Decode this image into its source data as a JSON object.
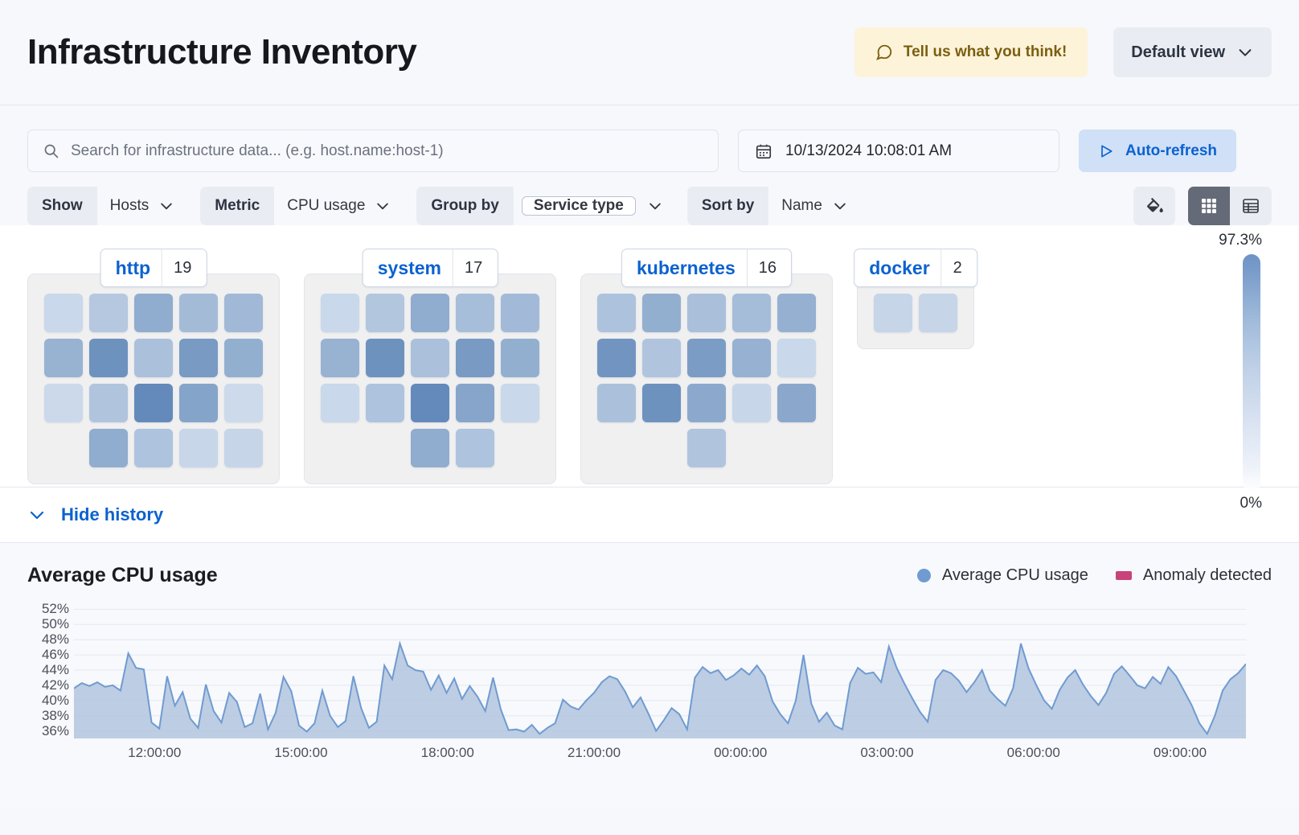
{
  "header": {
    "title": "Infrastructure Inventory",
    "feedback_label": "Tell us what you think!",
    "feedback_icon": "comment-icon",
    "view_label": "Default view",
    "view_chevron": "chevron-down-icon"
  },
  "search": {
    "placeholder": "Search for infrastructure data... (e.g. host.name:host-1)",
    "value": "",
    "icon": "search-icon",
    "date_value": "10/13/2024 10:08:01 AM",
    "date_icon": "calendar-icon",
    "refresh_label": "Auto-refresh",
    "refresh_icon": "play-icon"
  },
  "filters": [
    {
      "label": "Show",
      "value": "Hosts",
      "boxed": false
    },
    {
      "label": "Metric",
      "value": "CPU usage",
      "boxed": false
    },
    {
      "label": "Group by",
      "value": "Service type",
      "boxed": true
    },
    {
      "label": "Sort by",
      "value": "Name",
      "boxed": false
    }
  ],
  "toolbar": {
    "palette_icon": "fill-color-icon",
    "grid_view_icon": "grid-view-icon",
    "table_view_icon": "table-view-icon",
    "active_view": "grid"
  },
  "legend_scale": {
    "max": "97.3%",
    "min": "0%"
  },
  "groups": [
    {
      "name": "http",
      "count": "19",
      "rows": [
        [
          {
            "v": 18
          },
          {
            "v": 30
          },
          {
            "v": 52
          },
          {
            "v": 40
          },
          {
            "v": 42
          }
        ],
        [
          {
            "v": 47
          },
          {
            "v": 72
          },
          {
            "v": 36
          },
          {
            "v": 66
          },
          {
            "v": 50
          }
        ],
        [
          {
            "v": 17
          },
          {
            "v": 33
          },
          {
            "v": 78
          },
          {
            "v": 58
          },
          {
            "v": 16
          }
        ],
        [
          {
            "spacer": true
          },
          {
            "v": 52
          },
          {
            "v": 34
          },
          {
            "v": 19
          },
          {
            "v": 20
          }
        ]
      ]
    },
    {
      "name": "system",
      "count": "17",
      "rows": [
        [
          {
            "v": 18
          },
          {
            "v": 32
          },
          {
            "v": 52
          },
          {
            "v": 38
          },
          {
            "v": 41
          }
        ],
        [
          {
            "v": 47
          },
          {
            "v": 72
          },
          {
            "v": 36
          },
          {
            "v": 66
          },
          {
            "v": 50
          }
        ],
        [
          {
            "v": 18
          },
          {
            "v": 34
          },
          {
            "v": 78
          },
          {
            "v": 57
          },
          {
            "v": 18
          }
        ],
        [
          {
            "spacer": true
          },
          {
            "spacer": true
          },
          {
            "v": 52
          },
          {
            "v": 34
          },
          {
            "spacer": true
          }
        ]
      ]
    },
    {
      "name": "kubernetes",
      "count": "16",
      "rows": [
        [
          {
            "v": 35
          },
          {
            "v": 50
          },
          {
            "v": 37
          },
          {
            "v": 39
          },
          {
            "v": 49
          }
        ],
        [
          {
            "v": 70
          },
          {
            "v": 33
          },
          {
            "v": 64
          },
          {
            "v": 48
          },
          {
            "v": 18
          }
        ],
        [
          {
            "v": 36
          },
          {
            "v": 72
          },
          {
            "v": 54
          },
          {
            "v": 19
          },
          {
            "v": 55
          }
        ],
        [
          {
            "spacer": true
          },
          {
            "spacer": true
          },
          {
            "v": 33
          },
          {
            "spacer": true
          },
          {
            "spacer": true
          }
        ]
      ]
    },
    {
      "name": "docker",
      "count": "2",
      "rows": [
        [
          {
            "v": 20
          },
          {
            "v": 20
          }
        ]
      ]
    }
  ],
  "history": {
    "toggle_label": "Hide history",
    "toggle_icon": "chevron-down-icon"
  },
  "chart_data": {
    "type": "area",
    "title": "Average CPU usage",
    "xlabel": "",
    "ylabel": "",
    "grid": true,
    "legend_position": "top-right",
    "legend": [
      {
        "name": "Average CPU usage",
        "color": "#6f9bd1",
        "marker": "dot"
      },
      {
        "name": "Anomaly detected",
        "color": "#c8437a",
        "marker": "square"
      }
    ],
    "ylim": [
      35,
      53
    ],
    "yticks": [
      "52%",
      "50%",
      "48%",
      "46%",
      "44%",
      "42%",
      "40%",
      "38%",
      "36%"
    ],
    "ytick_values": [
      52,
      50,
      48,
      46,
      44,
      42,
      40,
      38,
      36
    ],
    "xticks": [
      "12:00:00",
      "15:00:00",
      "18:00:00",
      "21:00:00",
      "00:00:00",
      "03:00:00",
      "06:00:00",
      "09:00:00"
    ],
    "series": [
      {
        "name": "Average CPU usage",
        "color": "#6f9bd1",
        "fill": "#b3c6de",
        "values": [
          41.6,
          42.3,
          41.9,
          42.4,
          41.8,
          42.0,
          41.3,
          46.2,
          44.3,
          44.1,
          37.1,
          36.3,
          43.2,
          39.3,
          41.1,
          37.6,
          36.4,
          42.1,
          38.6,
          37.1,
          41.0,
          39.8,
          36.5,
          37.0,
          40.9,
          36.2,
          38.4,
          43.1,
          41.2,
          36.7,
          35.9,
          37.0,
          41.3,
          38.0,
          36.5,
          37.3,
          43.2,
          39.0,
          36.4,
          37.2,
          44.6,
          42.8,
          47.5,
          44.6,
          44.0,
          43.8,
          41.4,
          43.3,
          41.0,
          42.9,
          40.2,
          41.9,
          40.5,
          38.6,
          43.0,
          38.8,
          36.1,
          36.2,
          35.9,
          36.8,
          35.6,
          36.4,
          37.0,
          40.1,
          39.2,
          38.8,
          40.0,
          41.0,
          42.4,
          43.2,
          42.8,
          41.2,
          39.1,
          40.4,
          38.3,
          36.0,
          37.4,
          39.0,
          38.2,
          36.2,
          43.0,
          44.4,
          43.6,
          44.0,
          42.7,
          43.3,
          44.2,
          43.4,
          44.6,
          43.2,
          39.9,
          38.2,
          37.0,
          40.0,
          46.0,
          39.6,
          37.2,
          38.4,
          36.7,
          36.2,
          42.3,
          44.3,
          43.5,
          43.7,
          42.4,
          47.1,
          44.3,
          42.2,
          40.3,
          38.5,
          37.2,
          42.7,
          44.0,
          43.6,
          42.6,
          41.1,
          42.4,
          44.0,
          41.3,
          40.2,
          39.3,
          41.6,
          47.5,
          44.2,
          42.0,
          40.0,
          38.9,
          41.4,
          43.0,
          44.0,
          42.1,
          40.6,
          39.4,
          41.0,
          43.5,
          44.5,
          43.3,
          42.0,
          41.6,
          43.1,
          42.2,
          44.4,
          43.2,
          41.3,
          39.4,
          37.0,
          35.6,
          38.0,
          41.3,
          42.8,
          43.6,
          44.8
        ]
      }
    ],
    "anomalies": []
  }
}
